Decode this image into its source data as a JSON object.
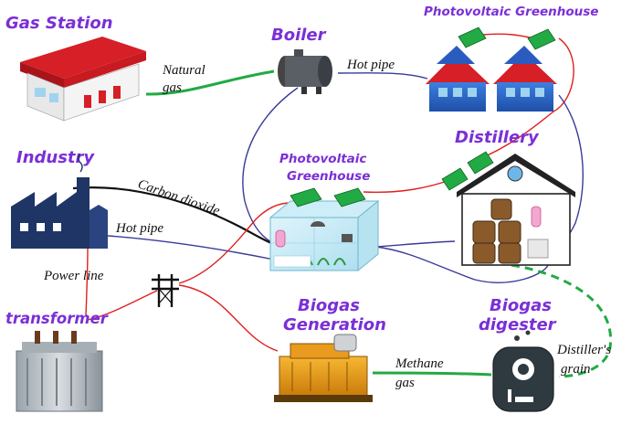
{
  "nodes": {
    "gas_station": {
      "title": "Gas Station"
    },
    "boiler": {
      "title": "Boiler"
    },
    "pv_greenhouse_top": {
      "title": "Photovoltaic Greenhouse"
    },
    "industry": {
      "title": "Industry"
    },
    "pv_greenhouse_center": {
      "title_line1": "Photovoltaic",
      "title_line2": "Greenhouse"
    },
    "distillery": {
      "title": "Distillery"
    },
    "transformer": {
      "title": "transformer"
    },
    "biogas_generation": {
      "title_line1": "Biogas",
      "title_line2": "Generation"
    },
    "biogas_digester": {
      "title_line1": "Biogas",
      "title_line2": "digester"
    }
  },
  "connections": {
    "natural_gas": {
      "line1": "Natural",
      "line2": "gas"
    },
    "hot_pipe_top": {
      "label": "Hot pipe"
    },
    "carbon_dioxide": {
      "label": "Carbon dioxide"
    },
    "hot_pipe_industry": {
      "label": "Hot pipe"
    },
    "power_line": {
      "label": "Power line"
    },
    "methane_gas": {
      "line1": "Methane",
      "line2": "gas"
    },
    "distillers_grain": {
      "line1": "Distiller's",
      "line2": "grain"
    }
  },
  "colors": {
    "title": "#7b2fd6",
    "gas_line": "#22aa44",
    "hot_pipe": "#3a3a9a",
    "power_line": "#e02020",
    "co2_line": "#111111",
    "grain_line": "#22aa44"
  }
}
